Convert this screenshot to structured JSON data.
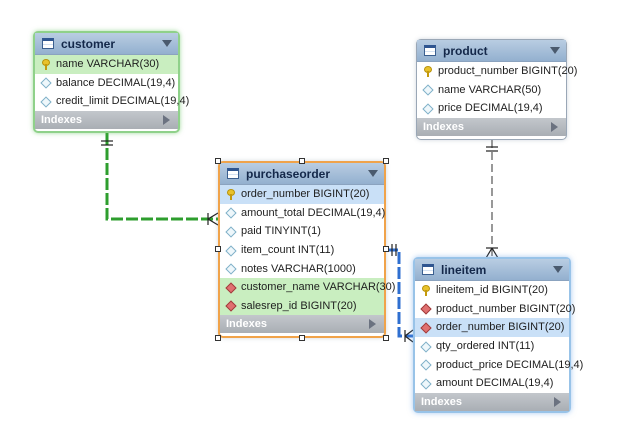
{
  "tables": {
    "customer": {
      "name": "customer",
      "columns": [
        {
          "text": "name VARCHAR(30)",
          "icon": "key-icon"
        },
        {
          "text": "balance DECIMAL(19,4)",
          "icon": "column-diamond-icon"
        },
        {
          "text": "credit_limit DECIMAL(19,4)",
          "icon": "column-diamond-icon"
        }
      ],
      "footer": "Indexes"
    },
    "product": {
      "name": "product",
      "columns": [
        {
          "text": "product_number BIGINT(20)",
          "icon": "key-icon"
        },
        {
          "text": "name VARCHAR(50)",
          "icon": "column-diamond-icon"
        },
        {
          "text": "price DECIMAL(19,4)",
          "icon": "column-diamond-icon"
        }
      ],
      "footer": "Indexes"
    },
    "purchaseorder": {
      "name": "purchaseorder",
      "columns": [
        {
          "text": "order_number BIGINT(20)",
          "icon": "key-icon"
        },
        {
          "text": "amount_total DECIMAL(19,4)",
          "icon": "column-diamond-icon"
        },
        {
          "text": "paid TINYINT(1)",
          "icon": "column-diamond-icon"
        },
        {
          "text": "item_count INT(11)",
          "icon": "column-diamond-icon"
        },
        {
          "text": "notes VARCHAR(1000)",
          "icon": "column-diamond-icon"
        },
        {
          "text": "customer_name VARCHAR(30)",
          "icon": "foreign-key-diamond-icon"
        },
        {
          "text": "salesrep_id BIGINT(20)",
          "icon": "foreign-key-diamond-icon"
        }
      ],
      "footer": "Indexes"
    },
    "lineitem": {
      "name": "lineitem",
      "columns": [
        {
          "text": "lineitem_id BIGINT(20)",
          "icon": "key-icon"
        },
        {
          "text": "product_number BIGINT(20)",
          "icon": "foreign-key-diamond-icon"
        },
        {
          "text": "order_number BIGINT(20)",
          "icon": "foreign-key-diamond-icon"
        },
        {
          "text": "qty_ordered INT(11)",
          "icon": "column-diamond-icon"
        },
        {
          "text": "product_price DECIMAL(19,4)",
          "icon": "column-diamond-icon"
        },
        {
          "text": "amount DECIMAL(19,4)",
          "icon": "column-diamond-icon"
        }
      ],
      "footer": "Indexes"
    }
  },
  "relationships": [
    {
      "from": "customer",
      "to": "purchaseorder",
      "style": "identifying",
      "color": "#2e9e2e"
    },
    {
      "from": "product",
      "to": "lineitem",
      "style": "non-identifying",
      "color": "#555555"
    },
    {
      "from": "purchaseorder",
      "to": "lineitem",
      "style": "identifying",
      "color": "#2f6fd0"
    }
  ],
  "colors": {
    "header": "#a9c1dc",
    "selected_green": "#8fd18a",
    "selected_blue": "#98c3e8",
    "selected_orange": "#f0a34a",
    "highlight_blue": "#c9e0f7",
    "highlight_green": "#c9eec0"
  }
}
